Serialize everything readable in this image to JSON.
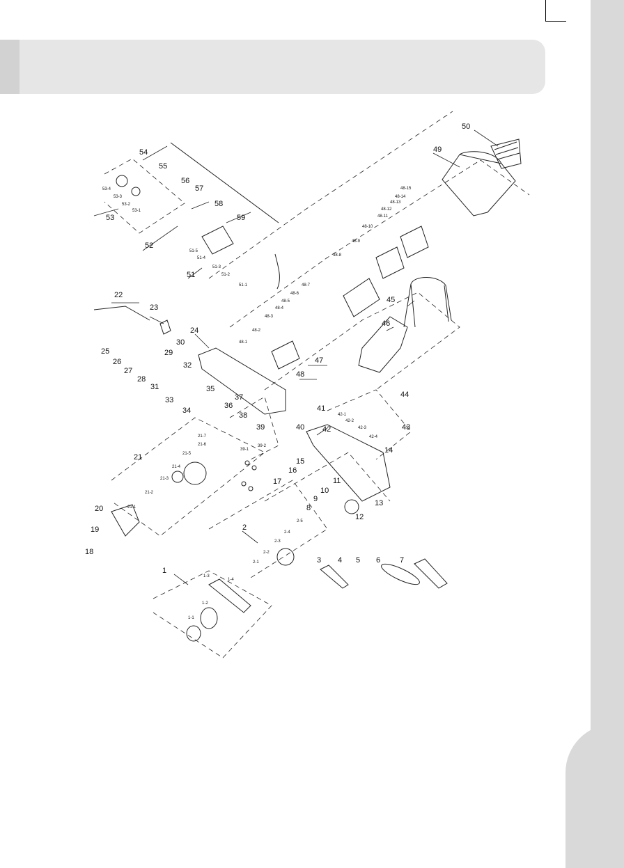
{
  "page": {
    "colors": {
      "band": "#e6e6e6",
      "band_tab": "#d2d2d2",
      "side_strip": "#d9d9d9",
      "line": "#222222"
    }
  },
  "diagram": {
    "labels": {
      "p1": "1",
      "p1_1": "1-1",
      "p1_2": "1-2",
      "p1_3": "1-3",
      "p1_4": "1-4",
      "p2": "2",
      "p2_1": "2-1",
      "p2_2": "2-2",
      "p2_3": "2-3",
      "p2_4": "2-4",
      "p2_5": "2-5",
      "p3": "3",
      "p4": "4",
      "p5": "5",
      "p6": "6",
      "p7": "7",
      "p8": "8",
      "p9": "9",
      "p10": "10",
      "p11": "11",
      "p12": "12",
      "p13": "13",
      "p14": "14",
      "p15": "15",
      "p16": "16",
      "p17": "17",
      "p18": "18",
      "p19": "19",
      "p20": "20",
      "p21": "21",
      "p21_1": "21-1",
      "p21_2": "21-2",
      "p21_3": "21-3",
      "p21_4": "21-4",
      "p21_5": "21-5",
      "p21_6": "21-6",
      "p21_7": "21-7",
      "p22": "22",
      "p23": "23",
      "p24": "24",
      "p25": "25",
      "p26": "26",
      "p27": "27",
      "p28": "28",
      "p29": "29",
      "p30": "30",
      "p31": "31",
      "p32": "32",
      "p33": "33",
      "p34": "34",
      "p35": "35",
      "p36": "36",
      "p37": "37",
      "p38": "38",
      "p39": "39",
      "p39_1": "39-1",
      "p39_2": "39-2",
      "p40": "40",
      "p41": "41",
      "p42": "42",
      "p42_1": "42-1",
      "p42_2": "42-2",
      "p42_3": "42-3",
      "p42_4": "42-4",
      "p43": "43",
      "p44": "44",
      "p45": "45",
      "p46": "46",
      "p47": "47",
      "p48": "48",
      "p48_1": "48-1",
      "p48_2": "48-2",
      "p48_3": "48-3",
      "p48_4": "48-4",
      "p48_5": "48-5",
      "p48_6": "48-6",
      "p48_7": "48-7",
      "p48_8": "48-8",
      "p48_9": "48-9",
      "p48_10": "48-10",
      "p48_11": "48-11",
      "p48_12": "48-12",
      "p48_13": "48-13",
      "p48_14": "48-14",
      "p48_15": "48-15",
      "p49": "49",
      "p50": "50",
      "p51": "51",
      "p51_1": "51-1",
      "p51_2": "51-2",
      "p51_3": "51-3",
      "p51_4": "51-4",
      "p51_5": "51-5",
      "p52": "52",
      "p53": "53",
      "p53_1": "53-1",
      "p53_2": "53-2",
      "p53_3": "53-3",
      "p53_4": "53-4",
      "p54": "54",
      "p55": "55",
      "p56": "56",
      "p57": "57",
      "p58": "58",
      "p59": "59"
    }
  }
}
